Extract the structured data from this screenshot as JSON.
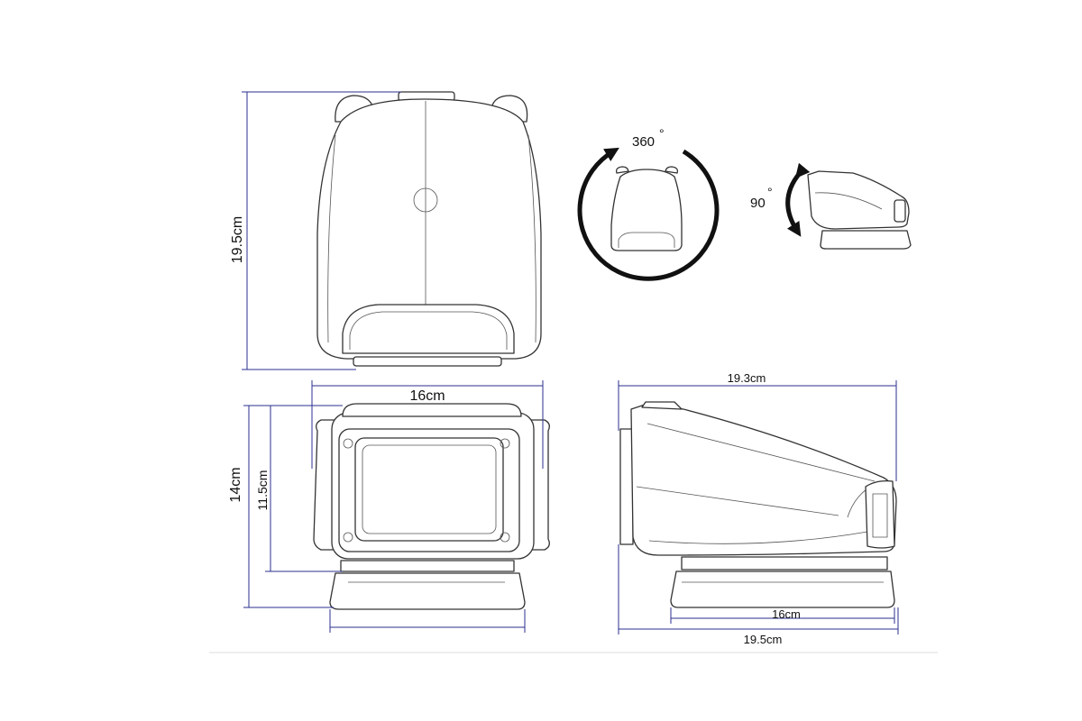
{
  "dimensions": {
    "front_height": "19.5cm",
    "front_width": "16cm",
    "total_height": "14cm",
    "lamp_height": "11.5cm",
    "side_length_top": "19.3cm",
    "side_base_width": "16cm",
    "side_length_bottom": "19.5cm"
  },
  "rotation": {
    "horizontal": "360",
    "vertical": "90",
    "degree_symbol": "°"
  },
  "colors": {
    "dimension_line": "#2b2f8f",
    "outline": "#333333",
    "arrow": "#111111"
  }
}
